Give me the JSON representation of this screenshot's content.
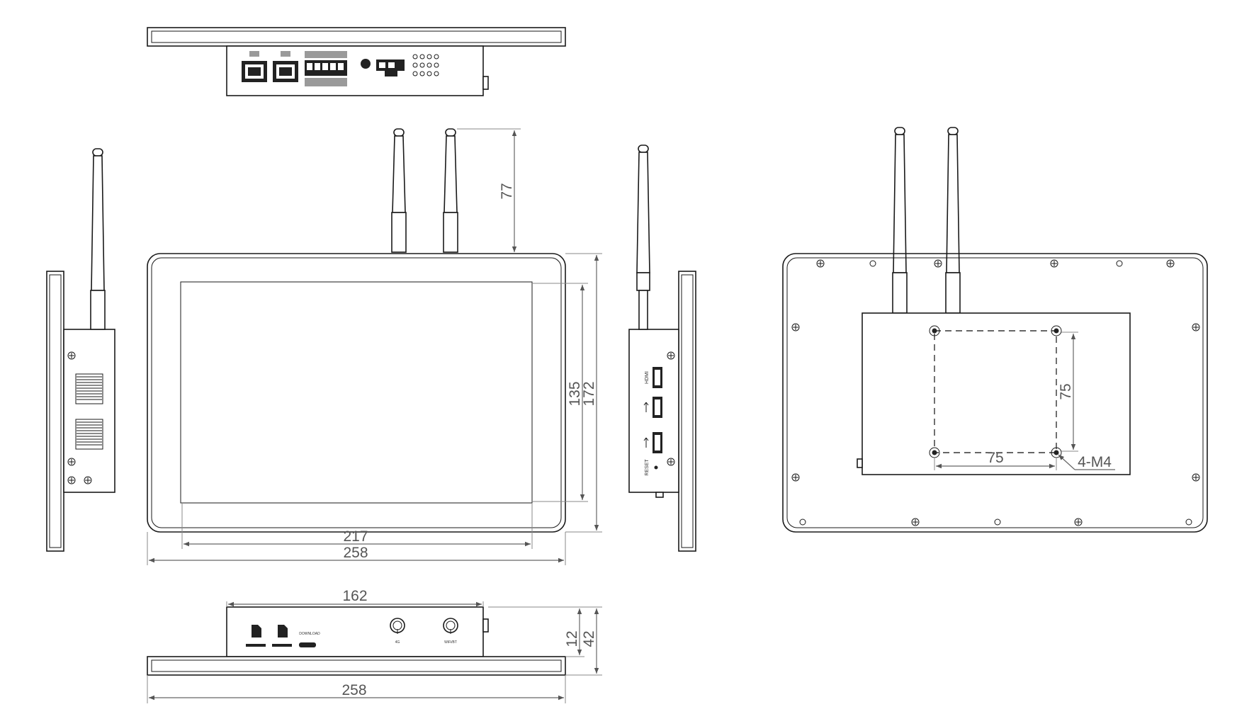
{
  "dimensions": {
    "antenna_height": "77",
    "screen_height": "135",
    "overall_height": "172",
    "screen_width": "217",
    "overall_width": "258",
    "box_width": "162",
    "box_depth": "12",
    "overall_depth": "42",
    "bottom_width": "258",
    "vesa_vertical": "75",
    "vesa_horizontal": "75",
    "screw_spec": "4-M4"
  },
  "labels": {
    "hdmi": "HDMI",
    "reset": "RESET",
    "download": "DOWNLOAD",
    "antenna_4g": "4G",
    "antenna_wifi": "WiFi/BT"
  },
  "colors": {
    "line": "#1a1a1a",
    "dimension": "#666666",
    "background": "#ffffff"
  }
}
